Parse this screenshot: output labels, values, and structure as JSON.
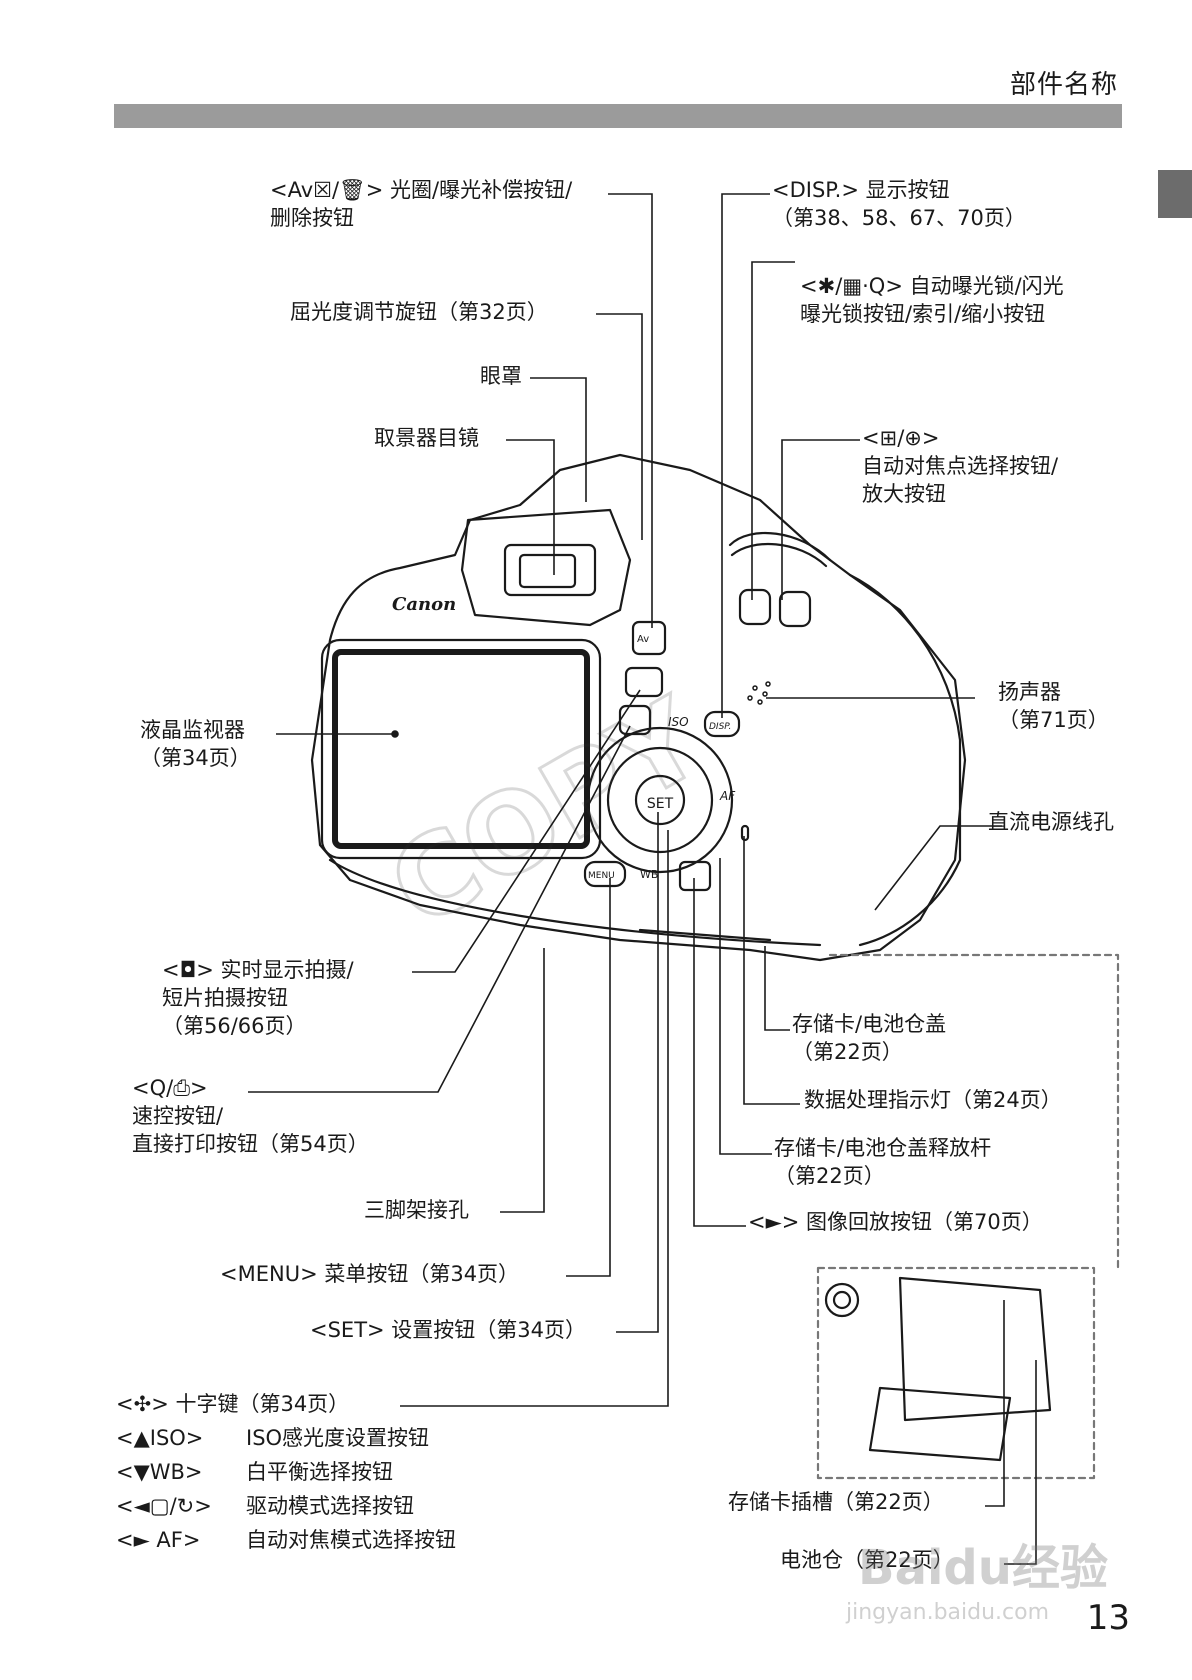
{
  "page": {
    "section_title": "部件名称",
    "page_number": "13"
  },
  "labels": {
    "av_delete": [
      "<Av☒/🗑> 光圈/曝光补偿按钮/",
      "删除按钮"
    ],
    "diopter": "屈光度调节旋钮（第32页）",
    "eyecup": "眼罩",
    "eyepiece": "取景器目镜",
    "lcd": [
      "液晶监视器",
      "（第34页）"
    ],
    "live_view": [
      "<◘> 实时显示拍摄/",
      "短片拍摄按钮",
      "（第56/66页）"
    ],
    "quick_control": [
      "<Q/⎙>",
      "速控按钮/",
      "直接打印按钮（第54页）"
    ],
    "tripod": "三脚架接孔",
    "menu": "<MENU> 菜单按钮（第34页）",
    "set": "<SET> 设置按钮（第34页）",
    "cross_keys": [
      "<✣> 十字键（第34页）"
    ],
    "cross_iso": [
      "<▲ISO>",
      "ISO感光度设置按钮"
    ],
    "cross_wb": [
      "<▼WB>",
      "白平衡选择按钮"
    ],
    "cross_drive": [
      "<◄▢/↻>",
      "驱动模式选择按钮"
    ],
    "cross_af": [
      "<► AF>",
      "自动对焦模式选择按钮"
    ],
    "disp": [
      "<DISP.> 显示按钮",
      "（第38、58、67、70页）"
    ],
    "ae_lock": [
      "<✱/▦·Q> 自动曝光锁/闪光",
      "曝光锁按钮/索引/缩小按钮"
    ],
    "af_point": [
      "<⊞/⊕>",
      "自动对焦点选择按钮/",
      "放大按钮"
    ],
    "speaker": [
      "扬声器",
      "（第71页）"
    ],
    "dc_hole": "直流电源线孔",
    "card_cover": [
      "存储卡/电池仓盖",
      "（第22页）"
    ],
    "access_lamp": "数据处理指示灯（第24页）",
    "cover_release": [
      "存储卡/电池仓盖释放杆",
      "（第22页）"
    ],
    "playback": "<►> 图像回放按钮（第70页）",
    "card_slot": "存储卡插槽（第22页）",
    "battery": "电池仓（第22页）"
  },
  "camera": {
    "brand_text": "Canon",
    "iso_text": "ISO",
    "af_text": "AF",
    "wb_text": "WB",
    "set_text": "SET",
    "menu_text": "MENU",
    "disp_text": "DISP.",
    "av_text": "Av"
  },
  "watermark": {
    "line1": "Baidu经验",
    "line2": "jingyan.baidu.com",
    "copy": "COPY"
  }
}
